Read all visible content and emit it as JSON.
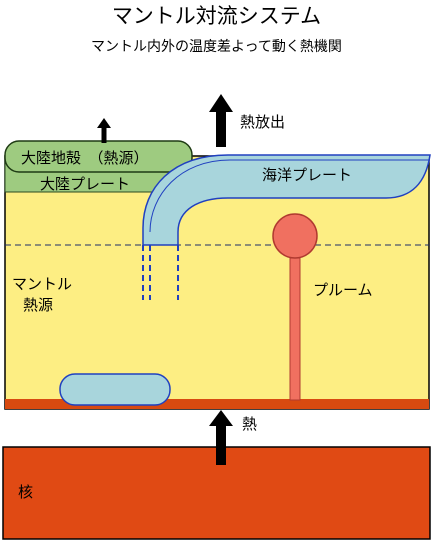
{
  "title": "マントル対流システム",
  "subtitle": "マントル内外の温度差よって動く熱機関",
  "labels": {
    "heat_output": "熱放出",
    "continental_crust": "大陸地殻　（熱源）",
    "continental_plate": "大陸プレート",
    "oceanic_plate": "海洋プレート",
    "mantle_line1": "マントル",
    "mantle_line2": "熱源",
    "plume": "プルーム",
    "heat": "熱",
    "core": "核"
  },
  "colors": {
    "mantle": "#fdee83",
    "continent": "#9ecb80",
    "oceanic_plate": "#a8d5dc",
    "plate_outline": "#2040c0",
    "plume": "#f07060",
    "core": "#e04a14",
    "core_boundary": "#d84a10",
    "arrow": "#000000"
  },
  "icons": [
    "up-arrow-icon"
  ]
}
